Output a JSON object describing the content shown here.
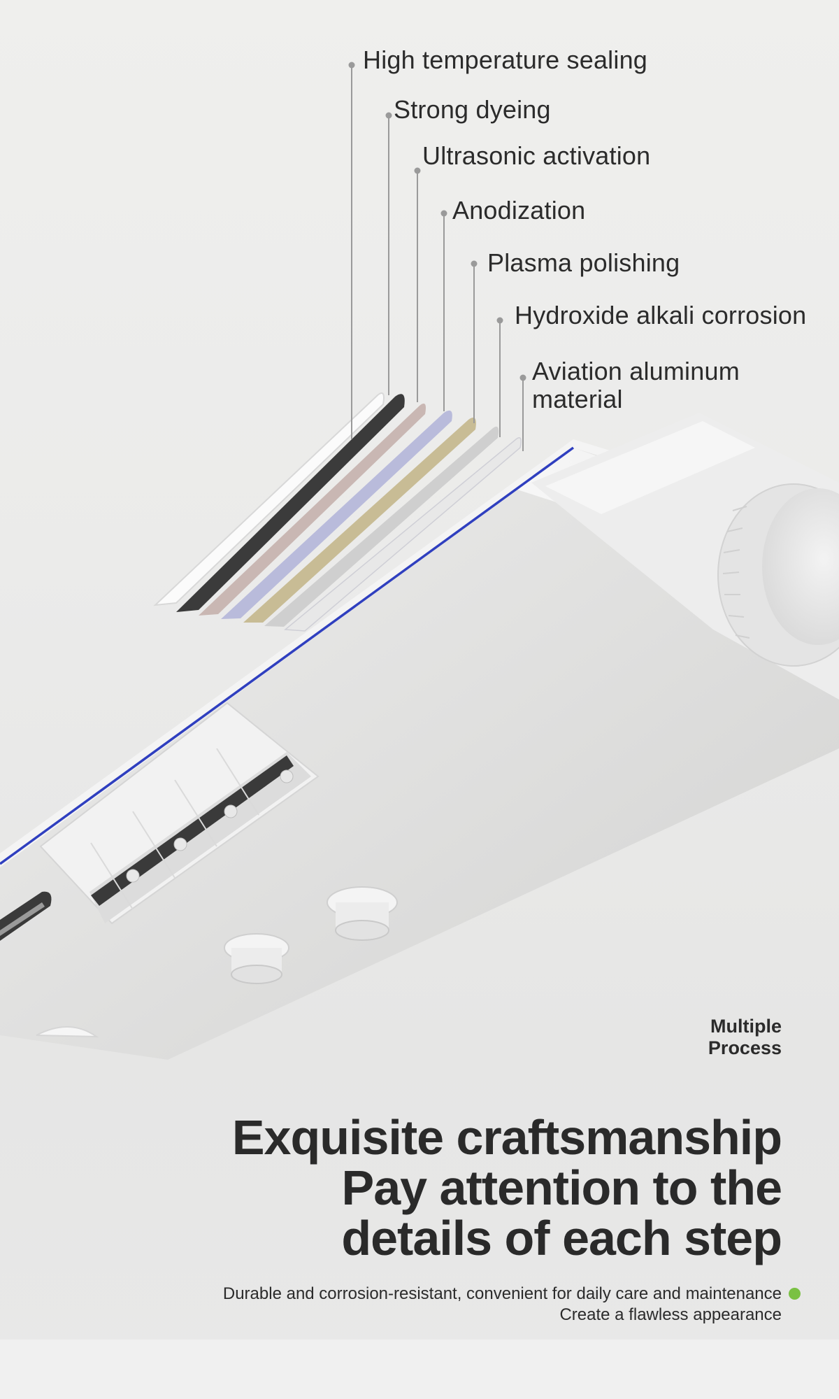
{
  "layers": [
    {
      "label": "High temperature sealing"
    },
    {
      "label": "Strong dyeing"
    },
    {
      "label": "Ultrasonic activation"
    },
    {
      "label": "Anodization"
    },
    {
      "label": "Plasma polishing"
    },
    {
      "label": "Hydroxide alkali corrosion"
    },
    {
      "label": "Aviation aluminum material"
    }
  ],
  "badge": {
    "line1": "Multiple",
    "line2": "Process"
  },
  "headline": {
    "line1": "Exquisite craftsmanship",
    "line2": "Pay attention to the",
    "line3": "details of each step"
  },
  "subtitle": {
    "line1": "Durable and corrosion-resistant, convenient for daily care and maintenance",
    "line2": "Create a flawless appearance"
  },
  "colors": {
    "accent_dot": "#7ac143",
    "edge_line": "#2f3fbf",
    "text": "#2b2b2b",
    "background": "#ebebea"
  },
  "icons": [
    "leader-dot-icon",
    "green-dot-icon"
  ]
}
